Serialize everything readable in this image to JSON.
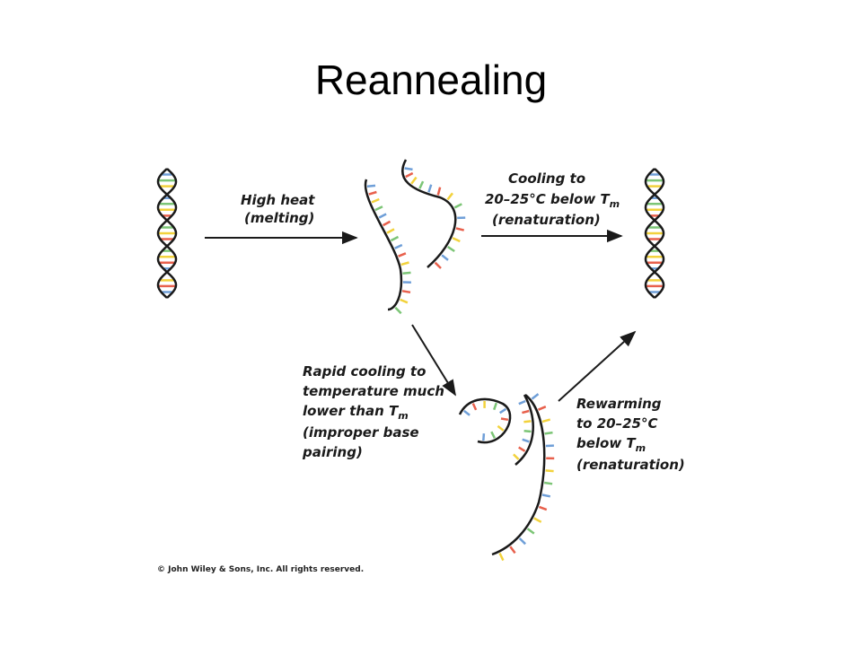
{
  "title": "Reannealing",
  "labels": {
    "melting": [
      "High heat",
      "(melting)"
    ],
    "renaturation_cool": {
      "line1": "Cooling to",
      "line2": "20–25°C below T",
      "line2_sub": "m",
      "line3": "(renaturation)"
    },
    "rapid_cool": {
      "line1": "Rapid cooling to",
      "line2": "temperature much",
      "line3": "lower than T",
      "line3_sub": "m",
      "line4": "(improper base",
      "line5": "pairing)"
    },
    "rewarm": {
      "line1": "Rewarming",
      "line2": "to 20–25°C",
      "line3": "below T",
      "line3_sub": "m",
      "line4": "(renaturation)"
    }
  },
  "copyright": "© John Wiley & Sons, Inc. All rights reserved.",
  "colors": {
    "base_red": "#e8604c",
    "base_blue": "#6f9fd8",
    "base_green": "#7cc576",
    "base_yellow": "#f2d23c",
    "strand": "#1a1a1a"
  }
}
